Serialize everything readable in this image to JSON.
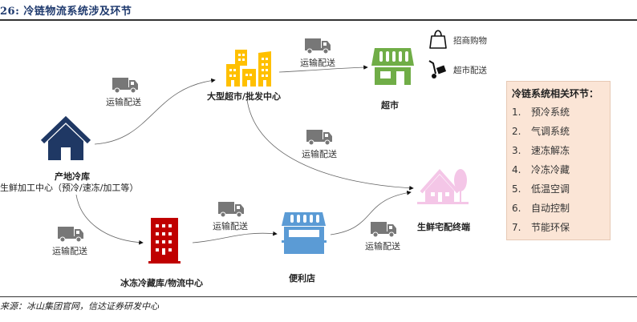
{
  "header": {
    "title": "26:  冷链物流系统涉及环节"
  },
  "footer": {
    "source": "来源：冰山集团官网，信达证券研发中心"
  },
  "nodes": {
    "origin": {
      "name": "产地冷库",
      "sub": "生鲜加工中心（预冷/速冻/加工等）",
      "color": "#1f3864"
    },
    "wholesale": {
      "name": "大型超市/批发中心",
      "color": "#ffc000"
    },
    "supermarket": {
      "name": "超市",
      "color": "#70ad47"
    },
    "coldstorage": {
      "name": "冰冻冷藏库/物流中心",
      "color": "#c00000"
    },
    "convenience": {
      "name": "便利店",
      "color": "#5b9bd5"
    },
    "terminal": {
      "name": "生鲜宅配终端",
      "color": "#f4c6e7"
    }
  },
  "edges": {
    "transport_label": "运输配送"
  },
  "supermarket_notes": {
    "shopping": "招商购物",
    "delivery": "超市配送"
  },
  "panel": {
    "title": "冷链系统相关环节：",
    "items": [
      {
        "num": "1.",
        "label": "预冷系统"
      },
      {
        "num": "2.",
        "label": "气调系统"
      },
      {
        "num": "3.",
        "label": "速冻解冻"
      },
      {
        "num": "4.",
        "label": "冷冻冷藏"
      },
      {
        "num": "5.",
        "label": "低温空调"
      },
      {
        "num": "6.",
        "label": "自动控制"
      },
      {
        "num": "7.",
        "label": "节能环保"
      }
    ]
  }
}
